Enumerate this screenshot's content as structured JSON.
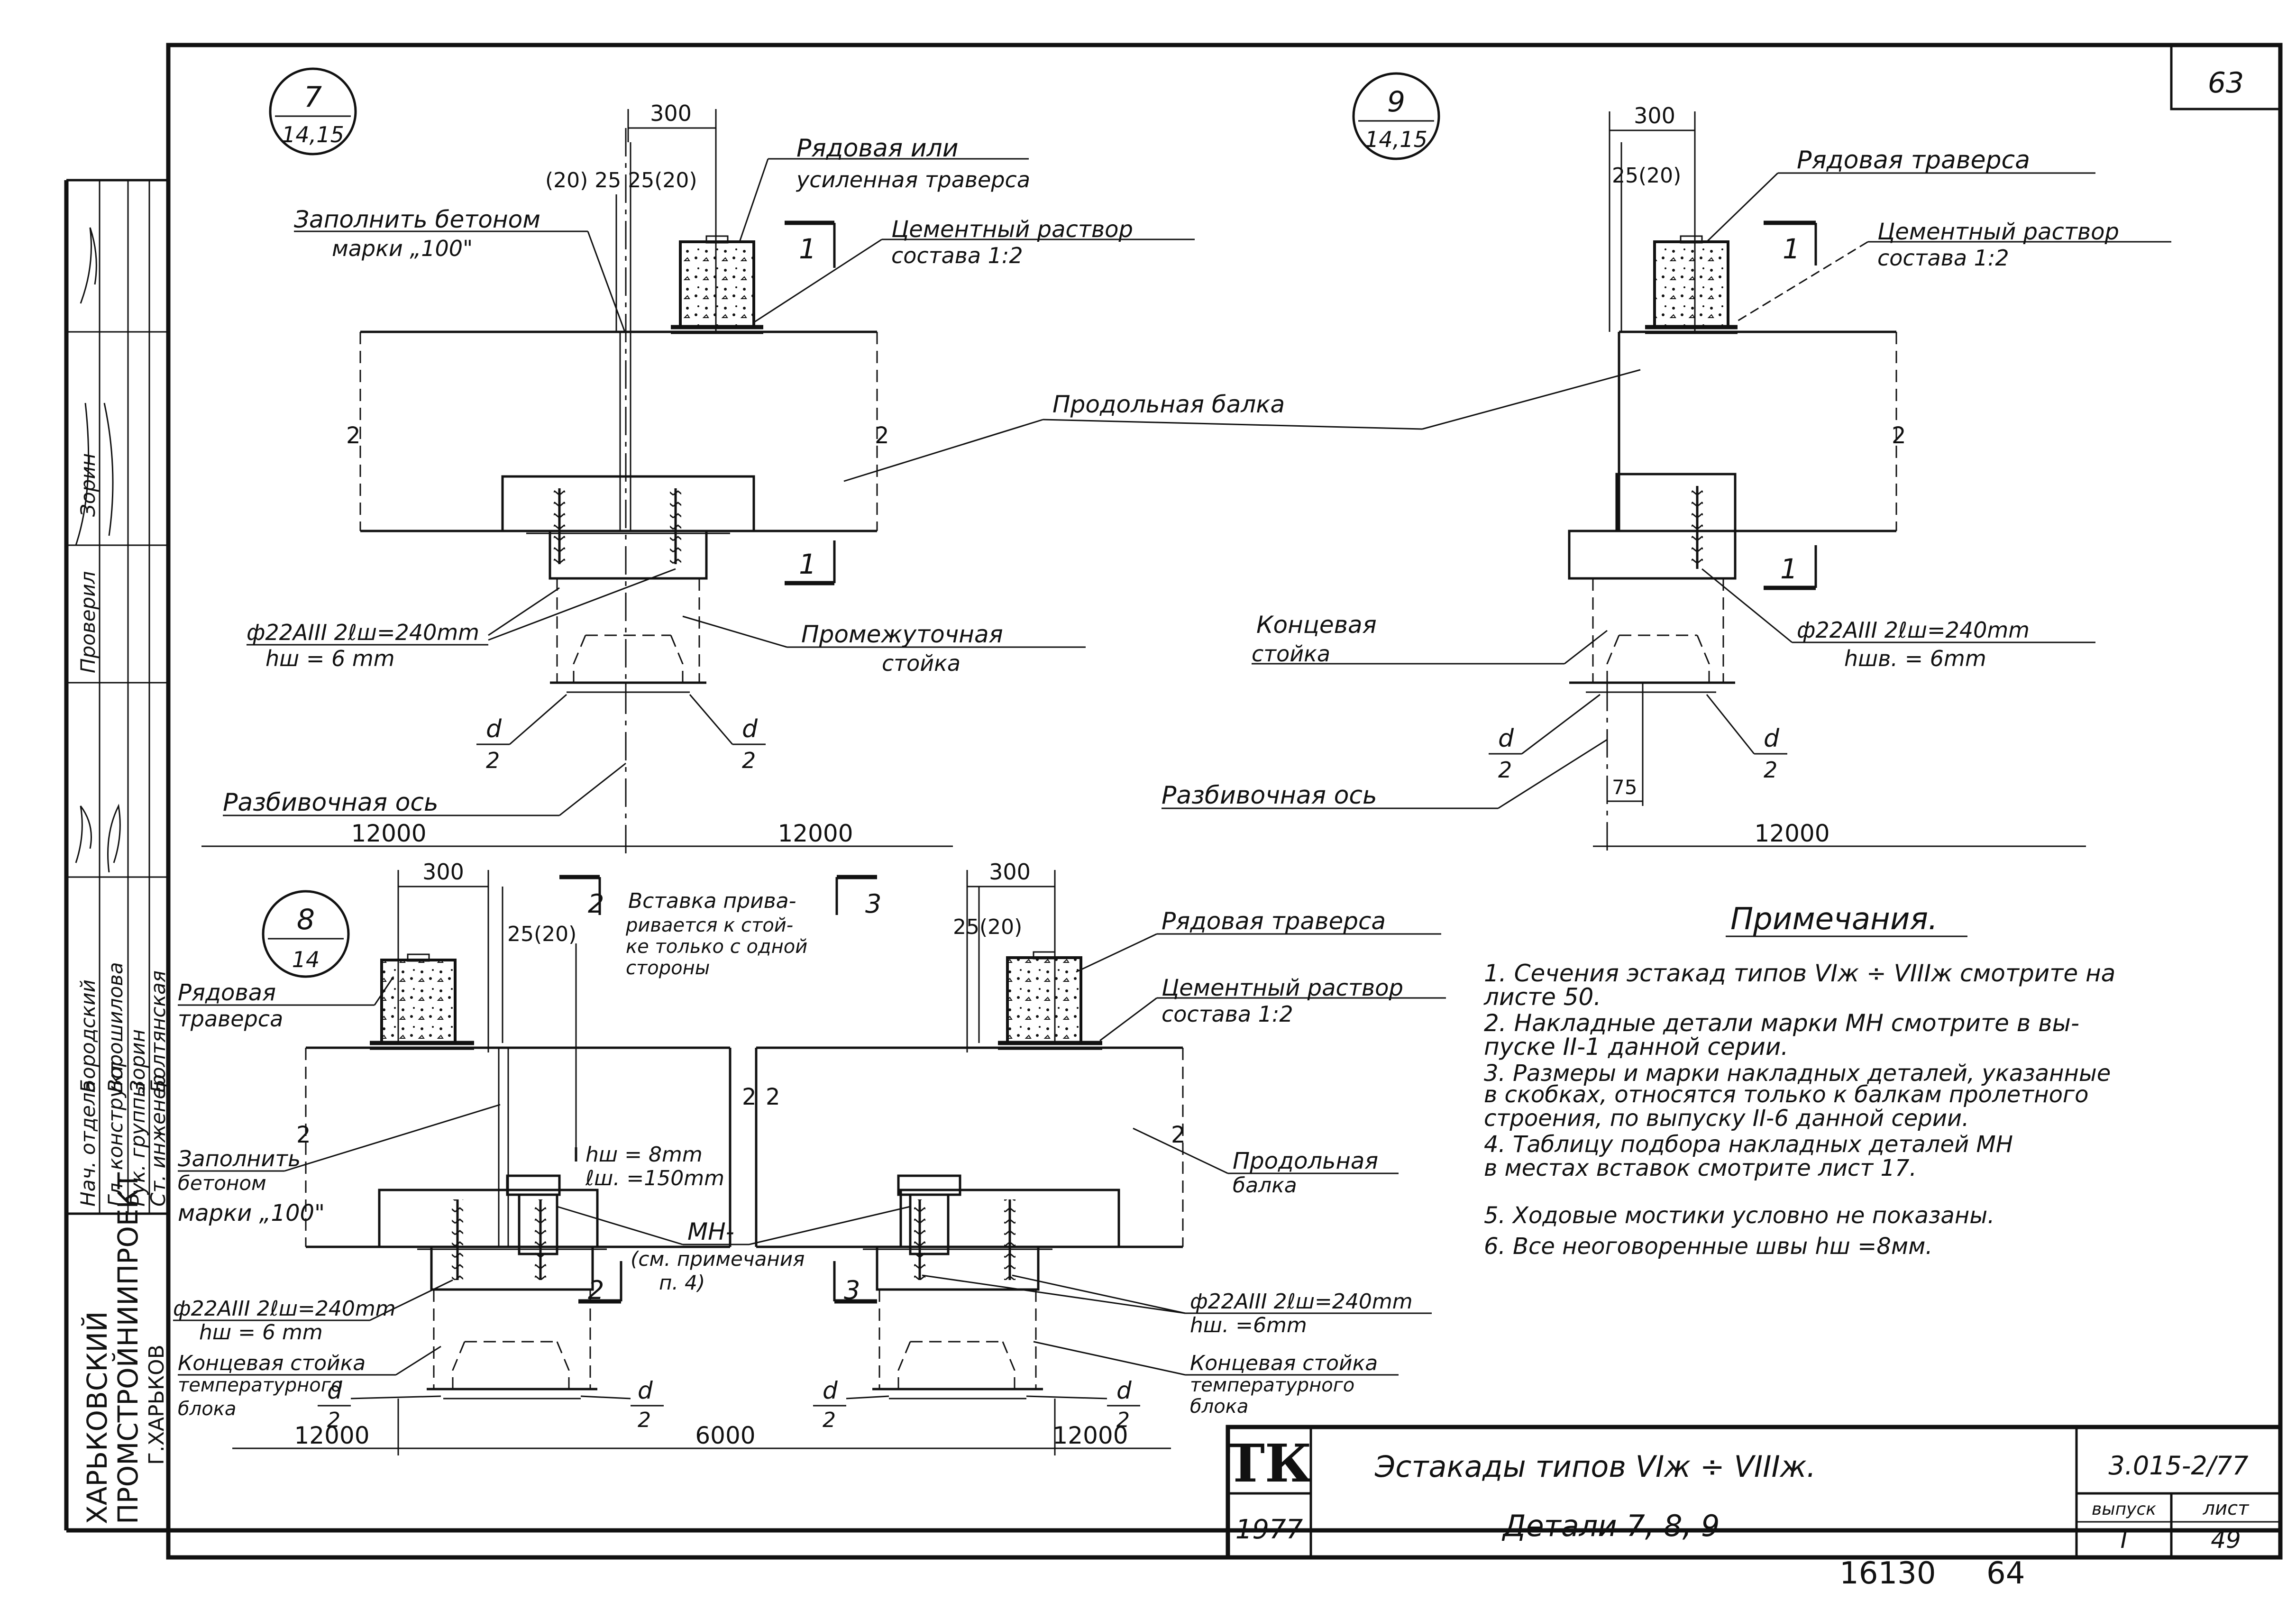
{
  "sheet": {
    "corner_number": "63",
    "org_line1": "ХАРЬКОВСКИЙ",
    "org_line2": "ПРОМСТРОЙНИИПРОЕКТ",
    "org_line3": "Г.ХАРЬКОВ",
    "stamp_rows": [
      {
        "role": "Нач. отдела",
        "name": "Бородский"
      },
      {
        "role": "Гл. конструкт.",
        "name": "Ворошилова"
      },
      {
        "role": "Рук. группы",
        "name": "Зорин"
      },
      {
        "role": "Ст. инженер",
        "name": "Болтянская"
      }
    ],
    "stamp_side": [
      {
        "role": "Проверил",
        "name": "Зорин"
      }
    ]
  },
  "detail7": {
    "mark_top": "7",
    "mark_bottom": "14,15",
    "dim_300": "300",
    "dim_offsets": "(20) 25 25(20)",
    "label_traverse": "Рядовая или усиленная траверса",
    "label_concrete": "Заполнить бетоном марки „100\"",
    "label_mortar_1": "Цементный раствор",
    "label_mortar_2": "состава 1:2",
    "section_mark": "1",
    "label_beam": "Продольная балка",
    "label_weld_1": "ф22АIII 2ℓш=240mm",
    "label_weld_2": "hш = 6 mm",
    "label_column": "Промежуточная стойка",
    "label_d_left": "d",
    "label_d_left_den": "2",
    "label_d_right": "d",
    "label_d_right_den": "2",
    "label_axis": "Разбивочная ось",
    "span_left": "12000",
    "span_right": "12000"
  },
  "detail9": {
    "mark_top": "9",
    "mark_bottom": "14,15",
    "dim_300": "300",
    "dim_offset": "25(20)",
    "label_traverse": "Рядовая траверса",
    "label_mortar_1": "Цементный раствор",
    "label_mortar_2": "состава 1:2",
    "section_mark": "1",
    "label_column_1": "Концевая",
    "label_column_2": "стойка",
    "label_weld_1": "ф22АIII 2ℓш=240mm",
    "label_weld_2": "hшв. = 6mm",
    "label_d": "d",
    "label_d_den": "2",
    "label_d2": "d",
    "label_d2_den": "2",
    "dim_75": "75",
    "label_axis": "Разбивочная ось",
    "span": "12000"
  },
  "detail8": {
    "mark_top": "8",
    "mark_bottom": "14",
    "dim_300_left": "300",
    "dim_300_right": "300",
    "dim_offset_left": "25(20)",
    "dim_offset_right": "25(20)",
    "section_2": "2",
    "section_3": "3",
    "label_insert_1": "Вставка прива-",
    "label_insert_2": "ривается к стой-",
    "label_insert_3": "ке только с одной",
    "label_insert_4": "стороны",
    "label_traverse_left_1": "Рядовая",
    "label_traverse_left_2": "траверса",
    "label_traverse_right": "Рядовая траверса",
    "label_mortar_1": "Цементный раствор",
    "label_mortar_2": "состава 1:2",
    "label_concrete_1": "Заполнить",
    "label_concrete_2": "бетоном",
    "label_concrete_3": "марки „100\"",
    "label_weld_top_1": "hш = 8mm",
    "label_weld_top_2": "ℓш. =150mm",
    "label_beam_1": "Продольная",
    "label_beam_2": "балка",
    "label_mn_1": "МН-",
    "label_mn_2": "(см. примечания",
    "label_mn_3": "п. 4)",
    "label_weld_left_1": "ф22АIII 2ℓш=240mm",
    "label_weld_left_2": "hш = 6 mm",
    "label_weld_right_1": "ф22АIII 2ℓш=240mm",
    "label_weld_right_2": "hш. =6mm",
    "label_col_left_1": "Концевая стойка",
    "label_col_left_2": "температурного",
    "label_col_left_3": "блока",
    "label_col_right_1": "Концевая стойка",
    "label_col_right_2": "температурного",
    "label_col_right_3": "блока",
    "label_d": "d",
    "label_d_den": "2",
    "span_left": "12000",
    "span_mid": "6000",
    "span_right": "12000"
  },
  "notes": {
    "title": "Примечания.",
    "items": [
      "1. Сечения эстакад типов VIж ÷ VIIIж смотрите на",
      "    листе 50.",
      "2. Накладные детали марки МН        смотрите в вы-",
      "    пуске II-1 данной серии.",
      "3. Размеры и марки накладных деталей, указанные",
      "    в скобках, относятся только к балкам пролетного",
      "    строения, по выпуску II-6 данной серии.",
      "4. Таблицу подбора накладных деталей МН",
      "    в местах вставок смотрите лист 17.",
      "5. Ходовые мостики условно не показаны.",
      "6. Все неоговоренные швы hш =8мм."
    ]
  },
  "title_block": {
    "logo": "ТК",
    "year": "1977",
    "title_line1": "Эстакады типов VIж ÷ VIIIж.",
    "title_line2": "Детали 7, 8, 9",
    "series": "3.015-2/77",
    "issue_label": "выпуск",
    "issue": "I",
    "sheet_label": "лист",
    "sheet": "49"
  },
  "bottom": {
    "archive_number": "16130",
    "page": "64"
  }
}
